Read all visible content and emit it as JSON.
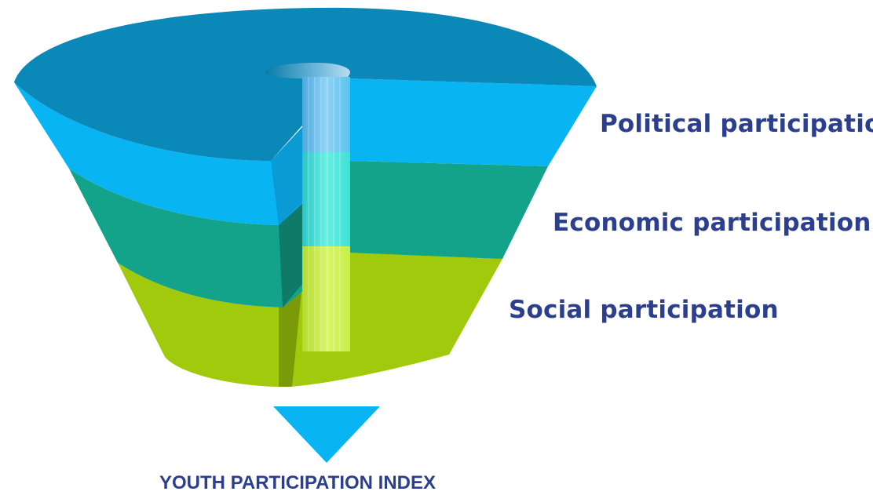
{
  "diagram": {
    "layers": [
      {
        "label": "Political participation",
        "color": "#08B4F2",
        "side_color": "#0A9BD4"
      },
      {
        "label": "Economic participation",
        "color": "#13A38B",
        "side_color": "#0E7A68"
      },
      {
        "label": "Social participation",
        "color": "#A2CA0C",
        "side_color": "#7A9A08"
      }
    ],
    "top_color": "#0A88B8",
    "core_colors": [
      "#5EC9F2",
      "#3FE1D5",
      "#C9EE48"
    ],
    "label_color": "#2B3F8E",
    "output": {
      "label": "YOUTH PARTICIPATION INDEX",
      "arrow_color": "#08B4F2",
      "label_color": "#2B3F8E"
    }
  }
}
